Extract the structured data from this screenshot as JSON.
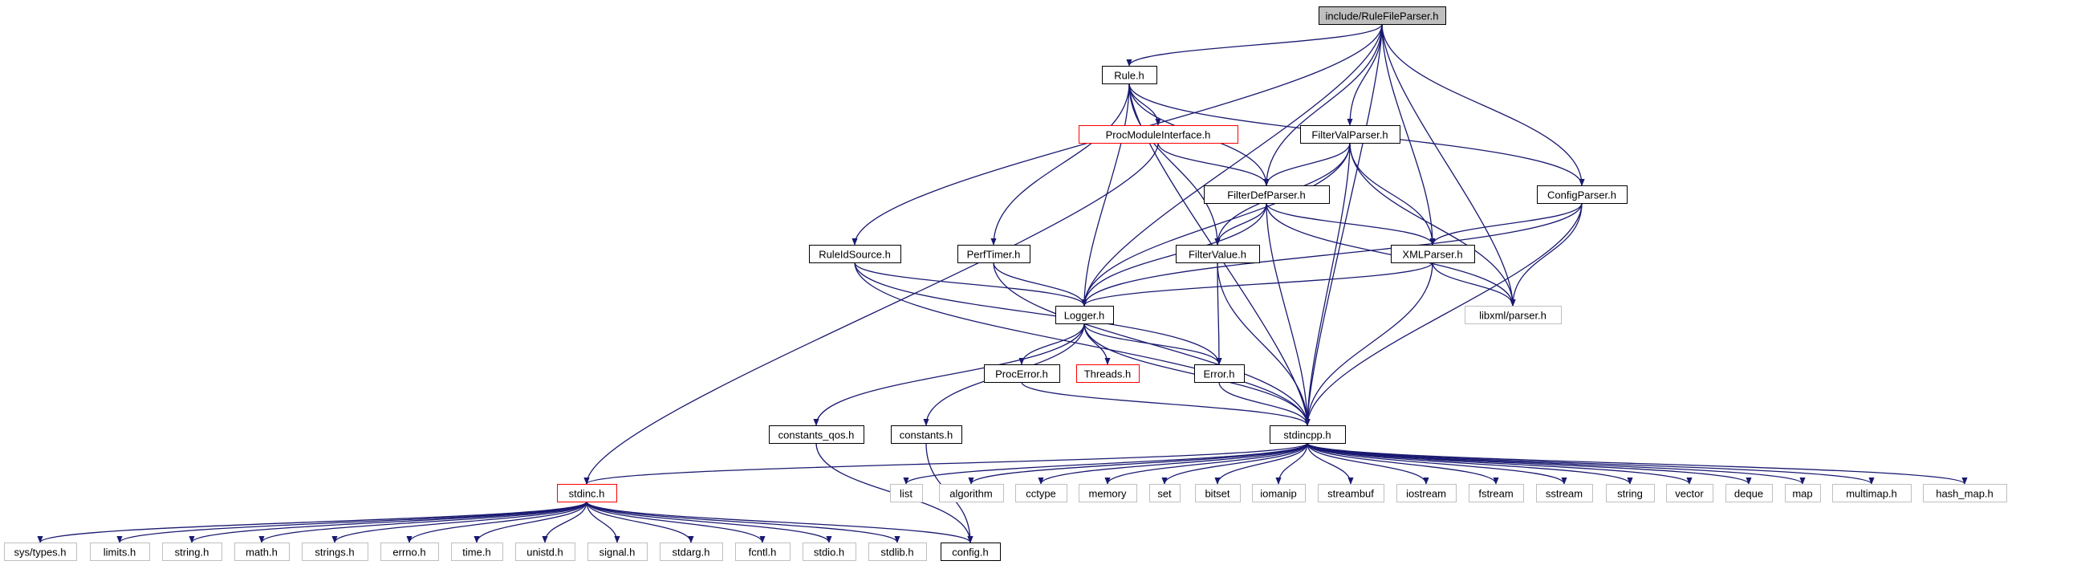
{
  "graph": {
    "edge_color": "#191970",
    "styles": {
      "root": {
        "fill": "#bfbfbf",
        "stroke": "#000000"
      },
      "normal": {
        "fill": "#ffffff",
        "stroke": "#000000"
      },
      "missing": {
        "fill": "#ffffff",
        "stroke": "#ff0000"
      },
      "system": {
        "fill": "#ffffff",
        "stroke": "#bfbfbf"
      }
    },
    "nodes": [
      {
        "id": "root",
        "label": "include/RuleFileParser.h",
        "style": "root"
      },
      {
        "id": "rule",
        "label": "Rule.h",
        "style": "normal"
      },
      {
        "id": "procmod",
        "label": "ProcModuleInterface.h",
        "style": "missing"
      },
      {
        "id": "filtervalparser",
        "label": "FilterValParser.h",
        "style": "normal"
      },
      {
        "id": "filterdef",
        "label": "FilterDefParser.h",
        "style": "normal"
      },
      {
        "id": "configparser",
        "label": "ConfigParser.h",
        "style": "normal"
      },
      {
        "id": "ruleid",
        "label": "RuleIdSource.h",
        "style": "normal"
      },
      {
        "id": "perftimer",
        "label": "PerfTimer.h",
        "style": "normal"
      },
      {
        "id": "filtervalue",
        "label": "FilterValue.h",
        "style": "normal"
      },
      {
        "id": "xmlparser",
        "label": "XMLParser.h",
        "style": "normal"
      },
      {
        "id": "logger",
        "label": "Logger.h",
        "style": "normal"
      },
      {
        "id": "libxml",
        "label": "libxml/parser.h",
        "style": "system"
      },
      {
        "id": "procerror",
        "label": "ProcError.h",
        "style": "normal"
      },
      {
        "id": "threads",
        "label": "Threads.h",
        "style": "missing"
      },
      {
        "id": "error",
        "label": "Error.h",
        "style": "normal"
      },
      {
        "id": "constqos",
        "label": "constants_qos.h",
        "style": "normal"
      },
      {
        "id": "constants",
        "label": "constants.h",
        "style": "normal"
      },
      {
        "id": "stdincpp",
        "label": "stdincpp.h",
        "style": "normal"
      },
      {
        "id": "stdinc",
        "label": "stdinc.h",
        "style": "missing"
      },
      {
        "id": "list",
        "label": "list",
        "style": "system"
      },
      {
        "id": "algorithm",
        "label": "algorithm",
        "style": "system"
      },
      {
        "id": "cctype",
        "label": "cctype",
        "style": "system"
      },
      {
        "id": "memory",
        "label": "memory",
        "style": "system"
      },
      {
        "id": "set",
        "label": "set",
        "style": "system"
      },
      {
        "id": "bitset",
        "label": "bitset",
        "style": "system"
      },
      {
        "id": "iomanip",
        "label": "iomanip",
        "style": "system"
      },
      {
        "id": "streambuf",
        "label": "streambuf",
        "style": "system"
      },
      {
        "id": "iostream",
        "label": "iostream",
        "style": "system"
      },
      {
        "id": "fstream",
        "label": "fstream",
        "style": "system"
      },
      {
        "id": "sstream",
        "label": "sstream",
        "style": "system"
      },
      {
        "id": "string",
        "label": "string",
        "style": "system"
      },
      {
        "id": "vector",
        "label": "vector",
        "style": "system"
      },
      {
        "id": "deque",
        "label": "deque",
        "style": "system"
      },
      {
        "id": "map",
        "label": "map",
        "style": "system"
      },
      {
        "id": "multimap",
        "label": "multimap.h",
        "style": "system"
      },
      {
        "id": "hashmap",
        "label": "hash_map.h",
        "style": "system"
      },
      {
        "id": "systypes",
        "label": "sys/types.h",
        "style": "system"
      },
      {
        "id": "limits",
        "label": "limits.h",
        "style": "system"
      },
      {
        "id": "stringh",
        "label": "string.h",
        "style": "system"
      },
      {
        "id": "mathh",
        "label": "math.h",
        "style": "system"
      },
      {
        "id": "stringsh",
        "label": "strings.h",
        "style": "system"
      },
      {
        "id": "errnoh",
        "label": "errno.h",
        "style": "system"
      },
      {
        "id": "timeh",
        "label": "time.h",
        "style": "system"
      },
      {
        "id": "unistdh",
        "label": "unistd.h",
        "style": "system"
      },
      {
        "id": "signalh",
        "label": "signal.h",
        "style": "system"
      },
      {
        "id": "stdargh",
        "label": "stdarg.h",
        "style": "system"
      },
      {
        "id": "fcntlh",
        "label": "fcntl.h",
        "style": "system"
      },
      {
        "id": "stdioh",
        "label": "stdio.h",
        "style": "system"
      },
      {
        "id": "stdlibh",
        "label": "stdlib.h",
        "style": "system"
      },
      {
        "id": "configh",
        "label": "config.h",
        "style": "normal"
      }
    ],
    "edges": [
      [
        "root",
        "rule"
      ],
      [
        "root",
        "ruleid"
      ],
      [
        "root",
        "logger"
      ],
      [
        "root",
        "filterdef"
      ],
      [
        "root",
        "filtervalparser"
      ],
      [
        "root",
        "xmlparser"
      ],
      [
        "root",
        "configparser"
      ],
      [
        "root",
        "libxml"
      ],
      [
        "root",
        "stdincpp"
      ],
      [
        "rule",
        "procmod"
      ],
      [
        "rule",
        "filterdef"
      ],
      [
        "rule",
        "perftimer"
      ],
      [
        "rule",
        "filtervalue"
      ],
      [
        "rule",
        "logger"
      ],
      [
        "rule",
        "configparser"
      ],
      [
        "rule",
        "stdincpp"
      ],
      [
        "procmod",
        "filterdef"
      ],
      [
        "procmod",
        "stdinc"
      ],
      [
        "filtervalparser",
        "filterdef"
      ],
      [
        "filtervalparser",
        "filtervalue"
      ],
      [
        "filtervalparser",
        "xmlparser"
      ],
      [
        "filtervalparser",
        "logger"
      ],
      [
        "filtervalparser",
        "libxml"
      ],
      [
        "filtervalparser",
        "stdincpp"
      ],
      [
        "filterdef",
        "filtervalue"
      ],
      [
        "filterdef",
        "xmlparser"
      ],
      [
        "filterdef",
        "logger"
      ],
      [
        "filterdef",
        "libxml"
      ],
      [
        "filterdef",
        "stdincpp"
      ],
      [
        "configparser",
        "xmlparser"
      ],
      [
        "configparser",
        "logger"
      ],
      [
        "configparser",
        "libxml"
      ],
      [
        "configparser",
        "stdincpp"
      ],
      [
        "ruleid",
        "logger"
      ],
      [
        "ruleid",
        "error"
      ],
      [
        "ruleid",
        "stdincpp"
      ],
      [
        "perftimer",
        "logger"
      ],
      [
        "perftimer",
        "stdincpp"
      ],
      [
        "filtervalue",
        "error"
      ],
      [
        "filtervalue",
        "stdincpp"
      ],
      [
        "xmlparser",
        "logger"
      ],
      [
        "xmlparser",
        "libxml"
      ],
      [
        "xmlparser",
        "stdincpp"
      ],
      [
        "logger",
        "procerror"
      ],
      [
        "logger",
        "threads"
      ],
      [
        "logger",
        "error"
      ],
      [
        "logger",
        "constqos"
      ],
      [
        "logger",
        "constants"
      ],
      [
        "logger",
        "stdincpp"
      ],
      [
        "procerror",
        "stdincpp"
      ],
      [
        "error",
        "stdincpp"
      ],
      [
        "constqos",
        "configh"
      ],
      [
        "constants",
        "configh"
      ],
      [
        "stdincpp",
        "stdinc"
      ],
      [
        "stdincpp",
        "list"
      ],
      [
        "stdincpp",
        "algorithm"
      ],
      [
        "stdincpp",
        "cctype"
      ],
      [
        "stdincpp",
        "memory"
      ],
      [
        "stdincpp",
        "set"
      ],
      [
        "stdincpp",
        "bitset"
      ],
      [
        "stdincpp",
        "iomanip"
      ],
      [
        "stdincpp",
        "streambuf"
      ],
      [
        "stdincpp",
        "iostream"
      ],
      [
        "stdincpp",
        "fstream"
      ],
      [
        "stdincpp",
        "sstream"
      ],
      [
        "stdincpp",
        "string"
      ],
      [
        "stdincpp",
        "vector"
      ],
      [
        "stdincpp",
        "deque"
      ],
      [
        "stdincpp",
        "map"
      ],
      [
        "stdincpp",
        "multimap"
      ],
      [
        "stdincpp",
        "hashmap"
      ],
      [
        "stdinc",
        "systypes"
      ],
      [
        "stdinc",
        "limits"
      ],
      [
        "stdinc",
        "stringh"
      ],
      [
        "stdinc",
        "mathh"
      ],
      [
        "stdinc",
        "stringsh"
      ],
      [
        "stdinc",
        "errnoh"
      ],
      [
        "stdinc",
        "timeh"
      ],
      [
        "stdinc",
        "unistdh"
      ],
      [
        "stdinc",
        "signalh"
      ],
      [
        "stdinc",
        "stdargh"
      ],
      [
        "stdinc",
        "fcntlh"
      ],
      [
        "stdinc",
        "stdioh"
      ],
      [
        "stdinc",
        "stdlibh"
      ],
      [
        "stdinc",
        "configh"
      ]
    ]
  }
}
